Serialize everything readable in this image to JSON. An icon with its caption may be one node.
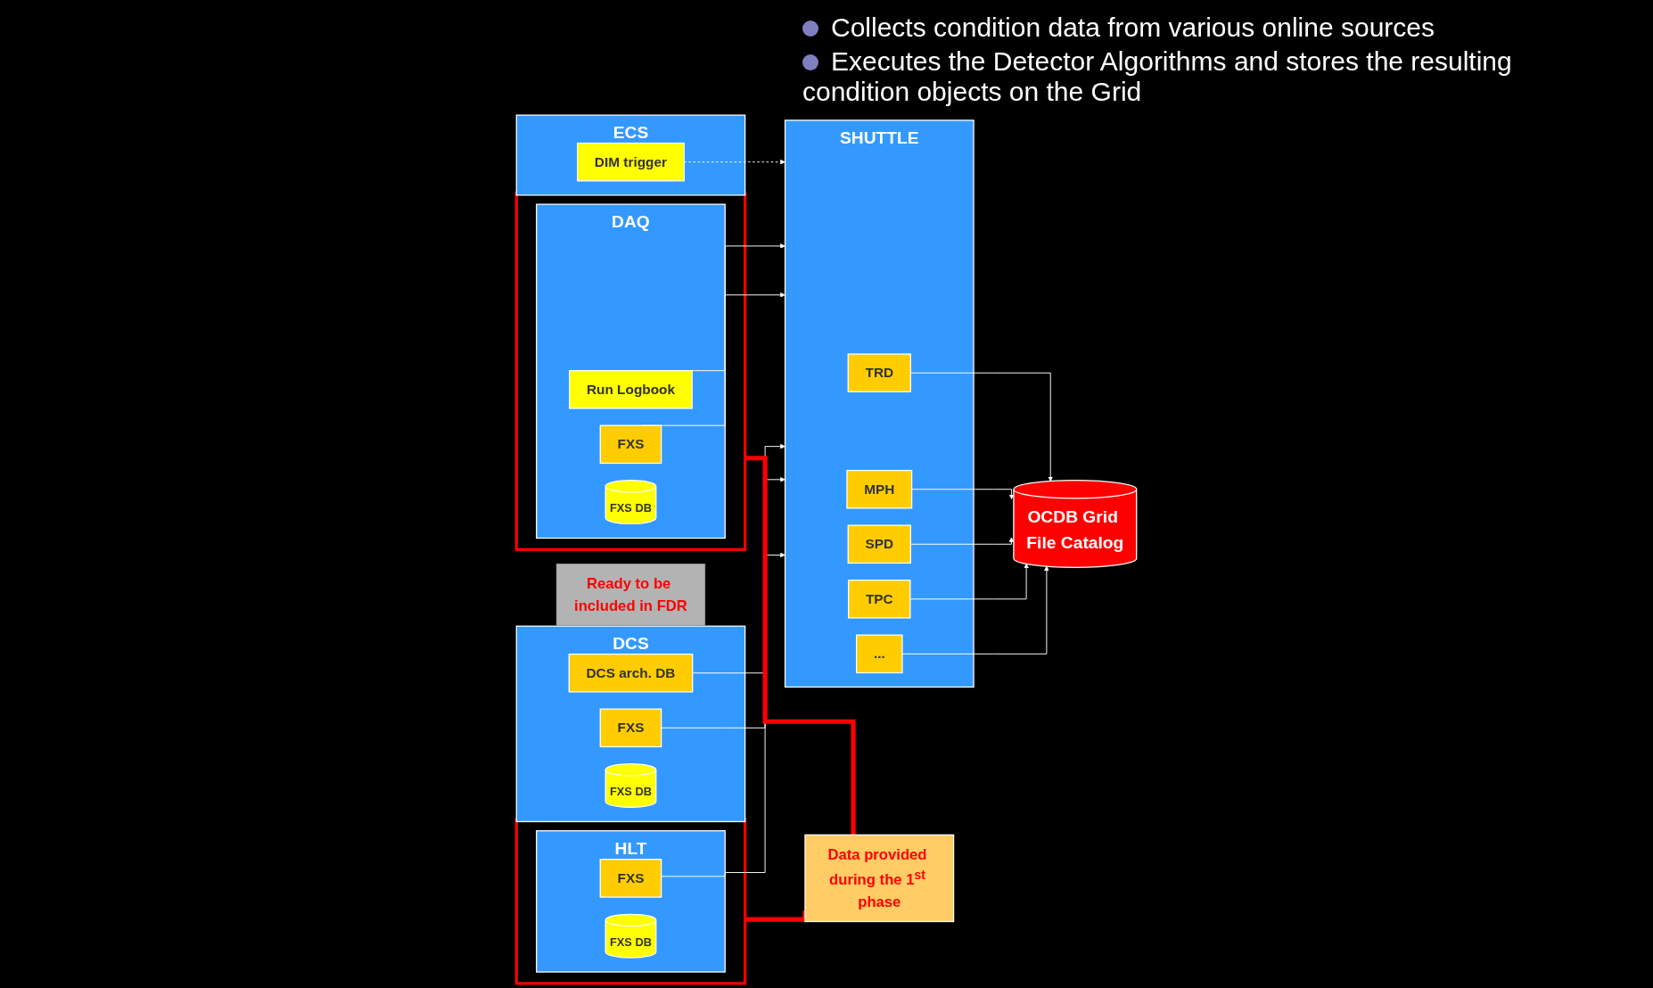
{
  "diagram": {
    "nodes": [
      {
        "text": [
          "ECS"
        ]
      },
      {
        "text": [
          "DIM trigger"
        ],
        "in": 0
      },
      {
        "text": [],
        "shape": "box"
      },
      {
        "text": [
          "DAQ"
        ],
        "in": 2
      },
      {
        "text": [
          "Run Logbook"
        ],
        "in": 3
      },
      {
        "text": [
          "FXS"
        ],
        "in": 3
      },
      {
        "text": [
          "FXS DB"
        ],
        "in": 3
      },
      {
        "text": [
          "DCS"
        ]
      },
      {
        "text": [
          "DCS arch. DB"
        ],
        "in": 7
      },
      {
        "text": [
          "FXS"
        ],
        "in": 7
      },
      {
        "text": [
          "FXS DB"
        ],
        "in": 7
      },
      {
        "text": [],
        "shape": "box"
      },
      {
        "text": [
          "HLT"
        ],
        "in": 11
      },
      {
        "text": [
          "FXS"
        ],
        "in": 12
      },
      {
        "text": [
          "FXS DB"
        ],
        "in": 12
      },
      {
        "text": [
          "Data provided during the 1$^{st}$ phase"
        ]
      },
      {
        "text": [
          "SHUTTLE"
        ]
      },
      {
        "text": [
          "TRD"
        ],
        "in": 16
      },
      {
        "text": [
          "MPH"
        ],
        "in": 16
      },
      {
        "text": [
          "SPD"
        ],
        "in": 16
      },
      {
        "text": [
          "TPC"
        ],
        "in": 16
      },
      {
        "text": [
          "..."
        ],
        "in": 16
      },
      {
        "text": [
          "OCDB Grid File Catalog"
        ]
      },
      {
        "text": [
          "Ready to be included in FDR"
        ]
      }
    ],
    "edges": [
      {
        "from": 1,
        "to": 16,
        "arrow": "to",
        "style": "dashed"
      },
      {
        "from": 4,
        "to": 16,
        "arrow": "to"
      },
      {
        "from": 5,
        "to": 16,
        "arrow": "to"
      },
      {
        "from": 8,
        "to": 16,
        "arrow": "to"
      },
      {
        "from": 9,
        "to": 16,
        "arrow": "to"
      },
      {
        "from": 13,
        "to": 16,
        "arrow": "to"
      },
      {
        "from": 2,
        "to": 15,
        "arrow": "none",
        "style": "thick",
        "color": "#ff0000"
      },
      {
        "from": 11,
        "to": 15,
        "arrow": "none",
        "style": "thick",
        "color": "#ff0000"
      },
      {
        "from": 17,
        "to": 22,
        "arrow": "to"
      },
      {
        "from": 18,
        "to": 22,
        "arrow": "to"
      },
      {
        "from": 19,
        "to": 22,
        "arrow": "to"
      },
      {
        "from": 20,
        "to": 22,
        "arrow": "to"
      },
      {
        "from": 21,
        "to": 22,
        "arrow": "to"
      }
    ],
    "labels": [
      "Collects condition data from various online sources",
      "Executes the Detector Algorithms and stores the resulting condition objects on the Grid"
    ]
  }
}
